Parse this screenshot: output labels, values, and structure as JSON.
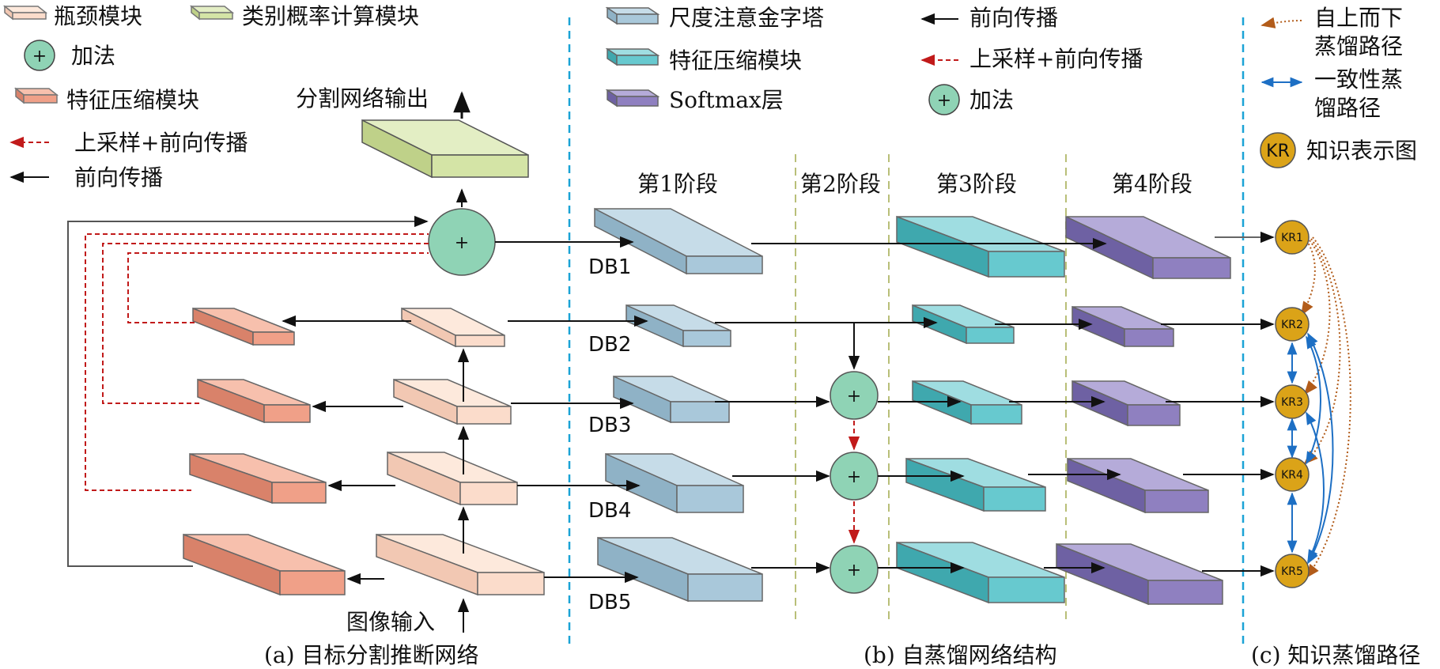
{
  "colors": {
    "bottleneck": "#fbdccb",
    "classprob": "#d4e4a6",
    "compress": "#f0a088",
    "scale_pyramid": "#a9c8da",
    "softmax": "#8f80c0",
    "feat_b": "#67c9cf",
    "add_circle": "#8fd3b5",
    "kr_node": "#dba318",
    "dashed_red": "#c11a1a",
    "divider_blue": "#1ba3d6",
    "stage_divider": "#b9bf78",
    "topdown": "#b25c1a",
    "consistency": "#1d6fc4"
  },
  "legend_a": {
    "bottleneck": "瓶颈模块",
    "classprob": "类别概率计算模块",
    "add": "加法",
    "compress": "特征压缩模块",
    "upsample": "上采样+前向传播",
    "forward": "前向传播"
  },
  "legend_b": {
    "pyramid": "尺度注意金字塔",
    "compress": "特征压缩模块",
    "softmax": "Softmax层",
    "forward": "前向传播",
    "upsample": "上采样+前向传播",
    "add": "加法"
  },
  "legend_c": {
    "topdown_l1": "自上而下",
    "topdown_l2": "蒸馏路径",
    "consist_l1": "一致性蒸",
    "consist_l2": "馏路径",
    "kr_abbr": "KR",
    "kr_label": "知识表示图"
  },
  "panel_a": {
    "seg_output": "分割网络输出",
    "image_input": "图像输入",
    "add_symbol": "+"
  },
  "panel_b": {
    "stages": [
      "第1阶段",
      "第2阶段",
      "第3阶段",
      "第4阶段"
    ],
    "db_labels": [
      "DB1",
      "DB2",
      "DB3",
      "DB4",
      "DB5"
    ],
    "add_symbol": "+"
  },
  "panel_c": {
    "kr_nodes": [
      "KR1",
      "KR2",
      "KR3",
      "KR4",
      "KR5"
    ]
  },
  "captions": {
    "a": "(a) 目标分割推断网络",
    "b": "(b) 自蒸馏网络结构",
    "c": "(c) 知识蒸馏路径"
  }
}
